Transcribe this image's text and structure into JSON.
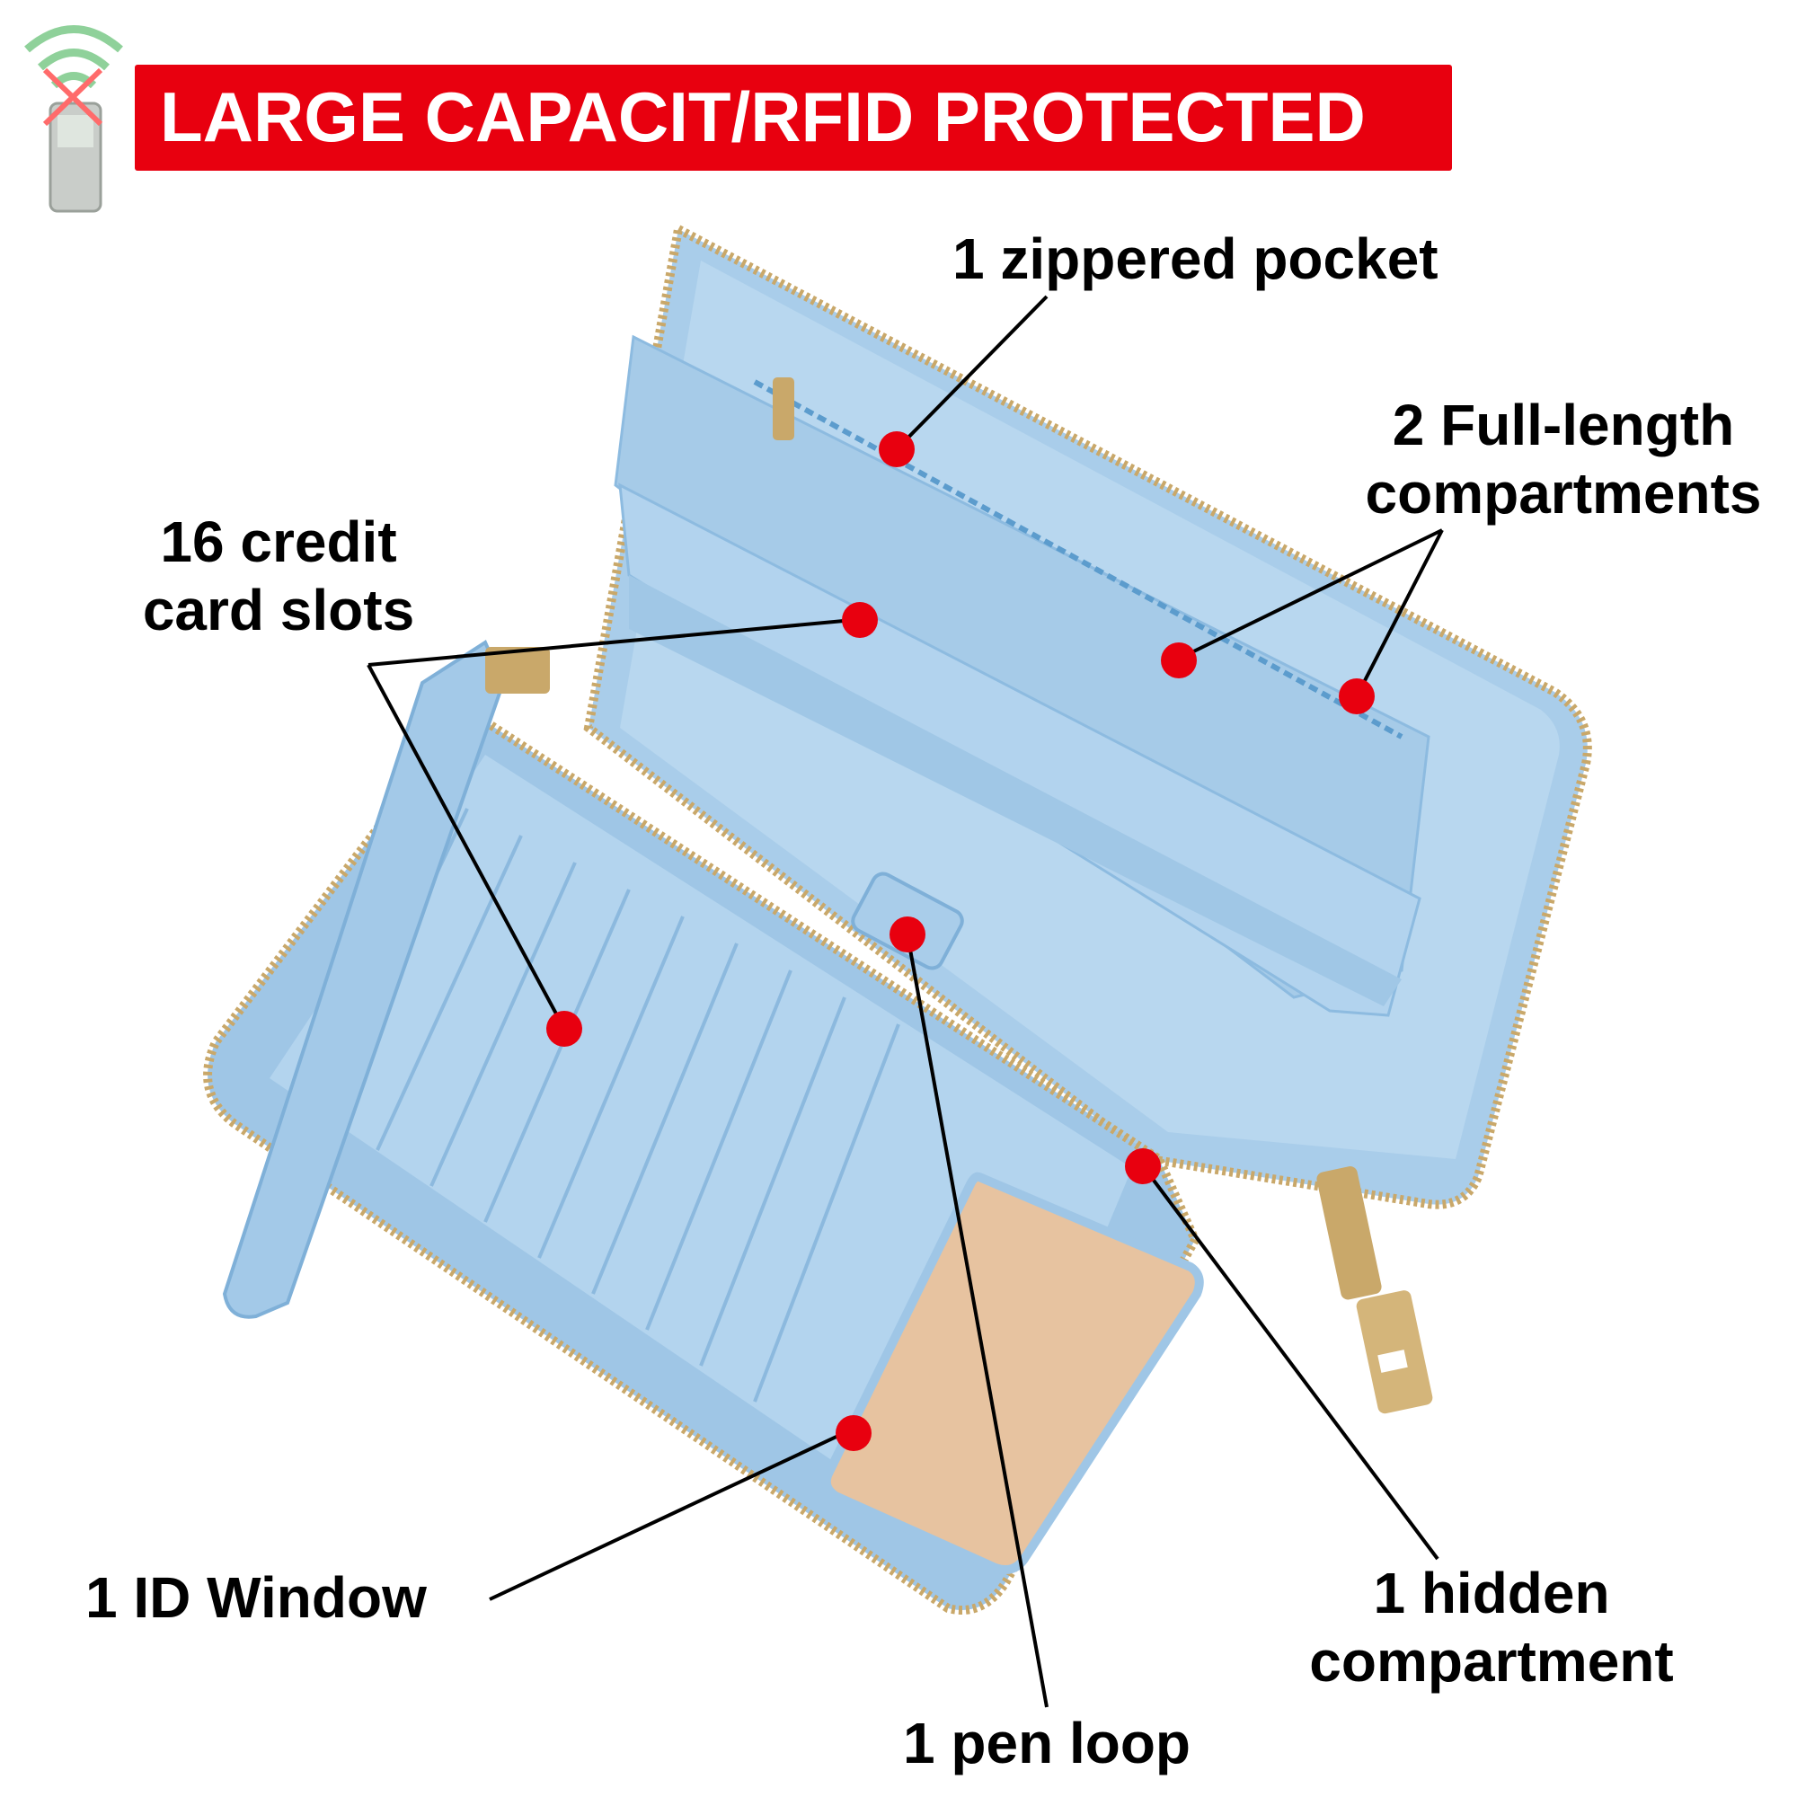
{
  "banner": {
    "text": "LARGE CAPACIT/RFID PROTECTED",
    "color": "#e8000f"
  },
  "rfid_icon": {
    "name": "rfid-blocked-card-reader-icon"
  },
  "callouts": {
    "zippered_pocket": "1 zippered pocket",
    "full_length_line1": "2 Full-length",
    "full_length_line2": "compartments",
    "credit_line1": "16 credit",
    "credit_line2": "card slots",
    "id_window": "1 ID Window",
    "hidden_line1": "1 hidden",
    "hidden_line2": "compartment",
    "pen_loop": "1 pen loop"
  },
  "colors": {
    "wallet": "#a9cdea",
    "wallet_dark": "#7fb0d8",
    "zipper": "#c9a86a",
    "marker": "#e8000f",
    "id_window": "#e7c3a0"
  }
}
